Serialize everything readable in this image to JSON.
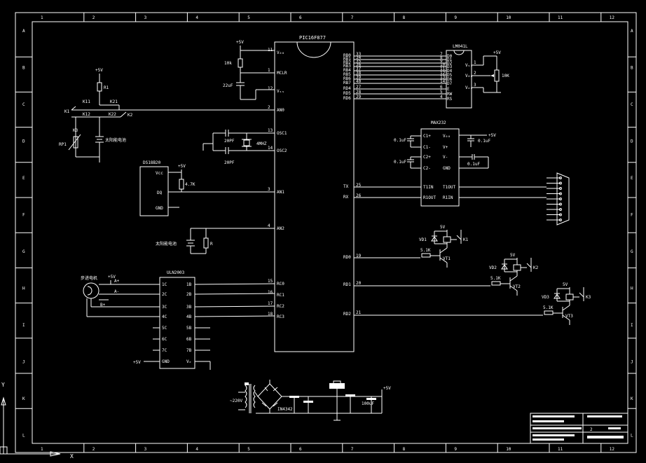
{
  "colors": {
    "background": "#000000",
    "ink": "#ffffff"
  },
  "border": {
    "cols": [
      "1",
      "2",
      "3",
      "4",
      "5",
      "6",
      "7",
      "8",
      "9",
      "10",
      "11",
      "12"
    ],
    "rows": [
      "A",
      "B",
      "C",
      "D",
      "E",
      "F",
      "G",
      "H",
      "I",
      "J",
      "K",
      "L"
    ]
  },
  "ucs": {
    "y": "Y",
    "x": "X"
  },
  "mcu": {
    "label": "PIC16F877",
    "left_pins": [
      {
        "num": "11",
        "name": "V₀₀"
      },
      {
        "num": "1",
        "name": "MCLR"
      },
      {
        "num": "12",
        "name": "Vₛₛ"
      },
      {
        "num": "2",
        "name": "AN0"
      },
      {
        "num": "13",
        "name": "OSC1"
      },
      {
        "num": "14",
        "name": "OSC2"
      },
      {
        "num": "3",
        "name": "AN1"
      },
      {
        "num": "4",
        "name": "AN2"
      },
      {
        "num": "15",
        "name": "RC0"
      },
      {
        "num": "16",
        "name": "RC1"
      },
      {
        "num": "17",
        "name": "RC2"
      },
      {
        "num": "18",
        "name": "RC3"
      }
    ],
    "right_pins": [
      {
        "num": "33",
        "name": "RB0"
      },
      {
        "num": "34",
        "name": "RB1"
      },
      {
        "num": "35",
        "name": "RB2"
      },
      {
        "num": "36",
        "name": "RB3"
      },
      {
        "num": "37",
        "name": "RB4"
      },
      {
        "num": "38",
        "name": "RB5"
      },
      {
        "num": "39",
        "name": "RB6"
      },
      {
        "num": "40",
        "name": "RB7"
      },
      {
        "num": "27",
        "name": "RD4"
      },
      {
        "num": "28",
        "name": "RD5"
      },
      {
        "num": "29",
        "name": "RD6"
      },
      {
        "num": "25",
        "name": "TX"
      },
      {
        "num": "26",
        "name": "RX"
      },
      {
        "num": "19",
        "name": "RD0"
      },
      {
        "num": "20",
        "name": "RD1"
      },
      {
        "num": "21",
        "name": "RD2"
      }
    ]
  },
  "lcd": {
    "label": "LM041L",
    "left_pins": [
      "7",
      "8",
      "9",
      "10",
      "11",
      "12",
      "13",
      "14",
      "6",
      "5",
      "4"
    ],
    "right_pins": [
      {
        "num": "1",
        "name": "Vₛₛ"
      },
      {
        "num": "2",
        "name": "V₀₀"
      },
      {
        "num": "3",
        "name": "Vₑₑ"
      }
    ],
    "pin_names": [
      "D0",
      "D1",
      "D2",
      "D3",
      "D4",
      "D5",
      "D6",
      "D7",
      "E",
      "RW",
      "RS"
    ],
    "vcc": "+5V",
    "pot": "10K"
  },
  "max232": {
    "label": "MAX232",
    "left": [
      "C1+",
      "C1-",
      "C2+",
      "C2-",
      "T1IN",
      "R1OUT"
    ],
    "right": [
      "V₀₀",
      "V+",
      "V-",
      "GND",
      "T1OUT",
      "R1IN"
    ],
    "caps": [
      "0.1uF",
      "0.1uF",
      "0.1uF",
      "0.1uF"
    ],
    "vcc": "+5V"
  },
  "ds18b20": {
    "label": "DS18B20",
    "pins": [
      "Vcc",
      "DQ",
      "GND"
    ],
    "res": "4.7K",
    "vcc": "+5V"
  },
  "uln2003": {
    "label": "ULN2003",
    "left": [
      "1B",
      "2B",
      "3B",
      "4B",
      "5B",
      "6B",
      "7B",
      "Vₑ"
    ],
    "right": [
      "1C",
      "2C",
      "3C",
      "4C",
      "5C",
      "6C",
      "7C",
      "GND"
    ],
    "vcc": "+5V"
  },
  "motor": {
    "label": "步进电机",
    "vcc": "+5V",
    "phases": [
      "A+",
      "A-",
      "B+"
    ]
  },
  "left_circuit": {
    "vcc": "+5V",
    "r": "R1",
    "k11": "K11",
    "k21": "K21",
    "k1": "K1",
    "k12": "K12",
    "k22": "K22",
    "k2": "K2",
    "k3": "K3",
    "rp": "RP1",
    "solar": "太阳能电池"
  },
  "reset": {
    "vcc": "+5V",
    "r": "10k",
    "c": "22uF"
  },
  "osc": {
    "c1": "20PF",
    "c2": "20PF",
    "xtal": "4MHZ"
  },
  "solar2": {
    "label": "太阳能电池",
    "r": "R"
  },
  "relays": [
    {
      "vcc": "5V",
      "diode": "VD1",
      "res": "5.1K",
      "tr": "VT1",
      "k": "K1"
    },
    {
      "vcc": "5V",
      "diode": "VD2",
      "res": "5.1K",
      "tr": "VT2",
      "k": "K2"
    },
    {
      "vcc": "5V",
      "diode": "VD3",
      "res": "5.1K",
      "tr": "VT3",
      "k": "K3"
    }
  ],
  "psu": {
    "in": "~220V",
    "bridge": "IN4342",
    "out": "+5V",
    "cap": "100uF"
  },
  "title_block": {
    "sheet": "2"
  }
}
